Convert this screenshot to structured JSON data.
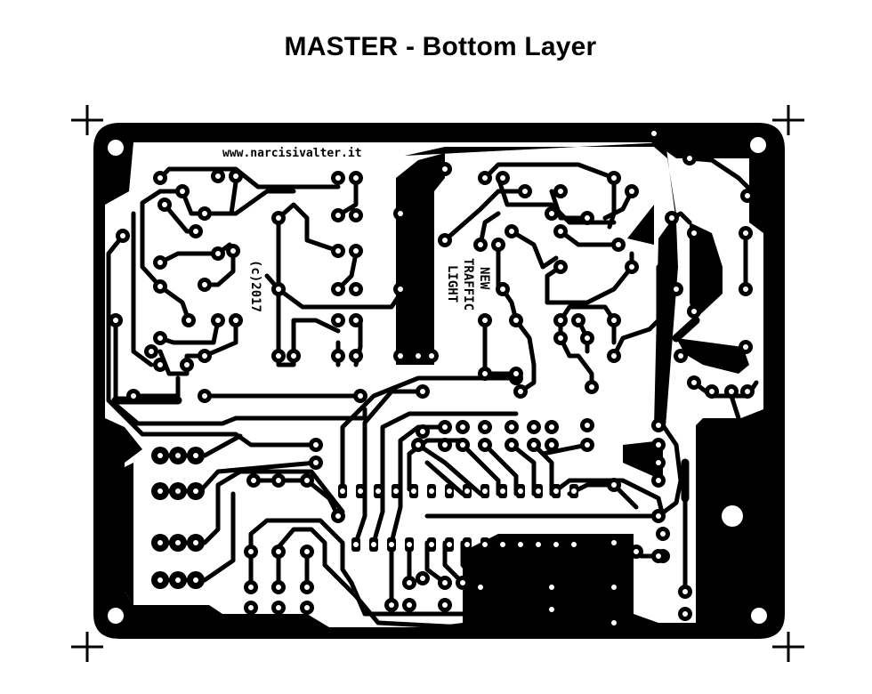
{
  "title": "MASTER - Bottom Layer",
  "board": {
    "website": "www.narcisivalter.it",
    "copyright": "(c)2017",
    "label_lines": [
      "NEW",
      "TRAFFIC",
      "LIGHT"
    ],
    "trace_color": "#000000",
    "background_color": "#ffffff"
  },
  "icons": {
    "registration_marks": "crosshair-icon",
    "mounting_holes": "mounting-hole-icon"
  }
}
